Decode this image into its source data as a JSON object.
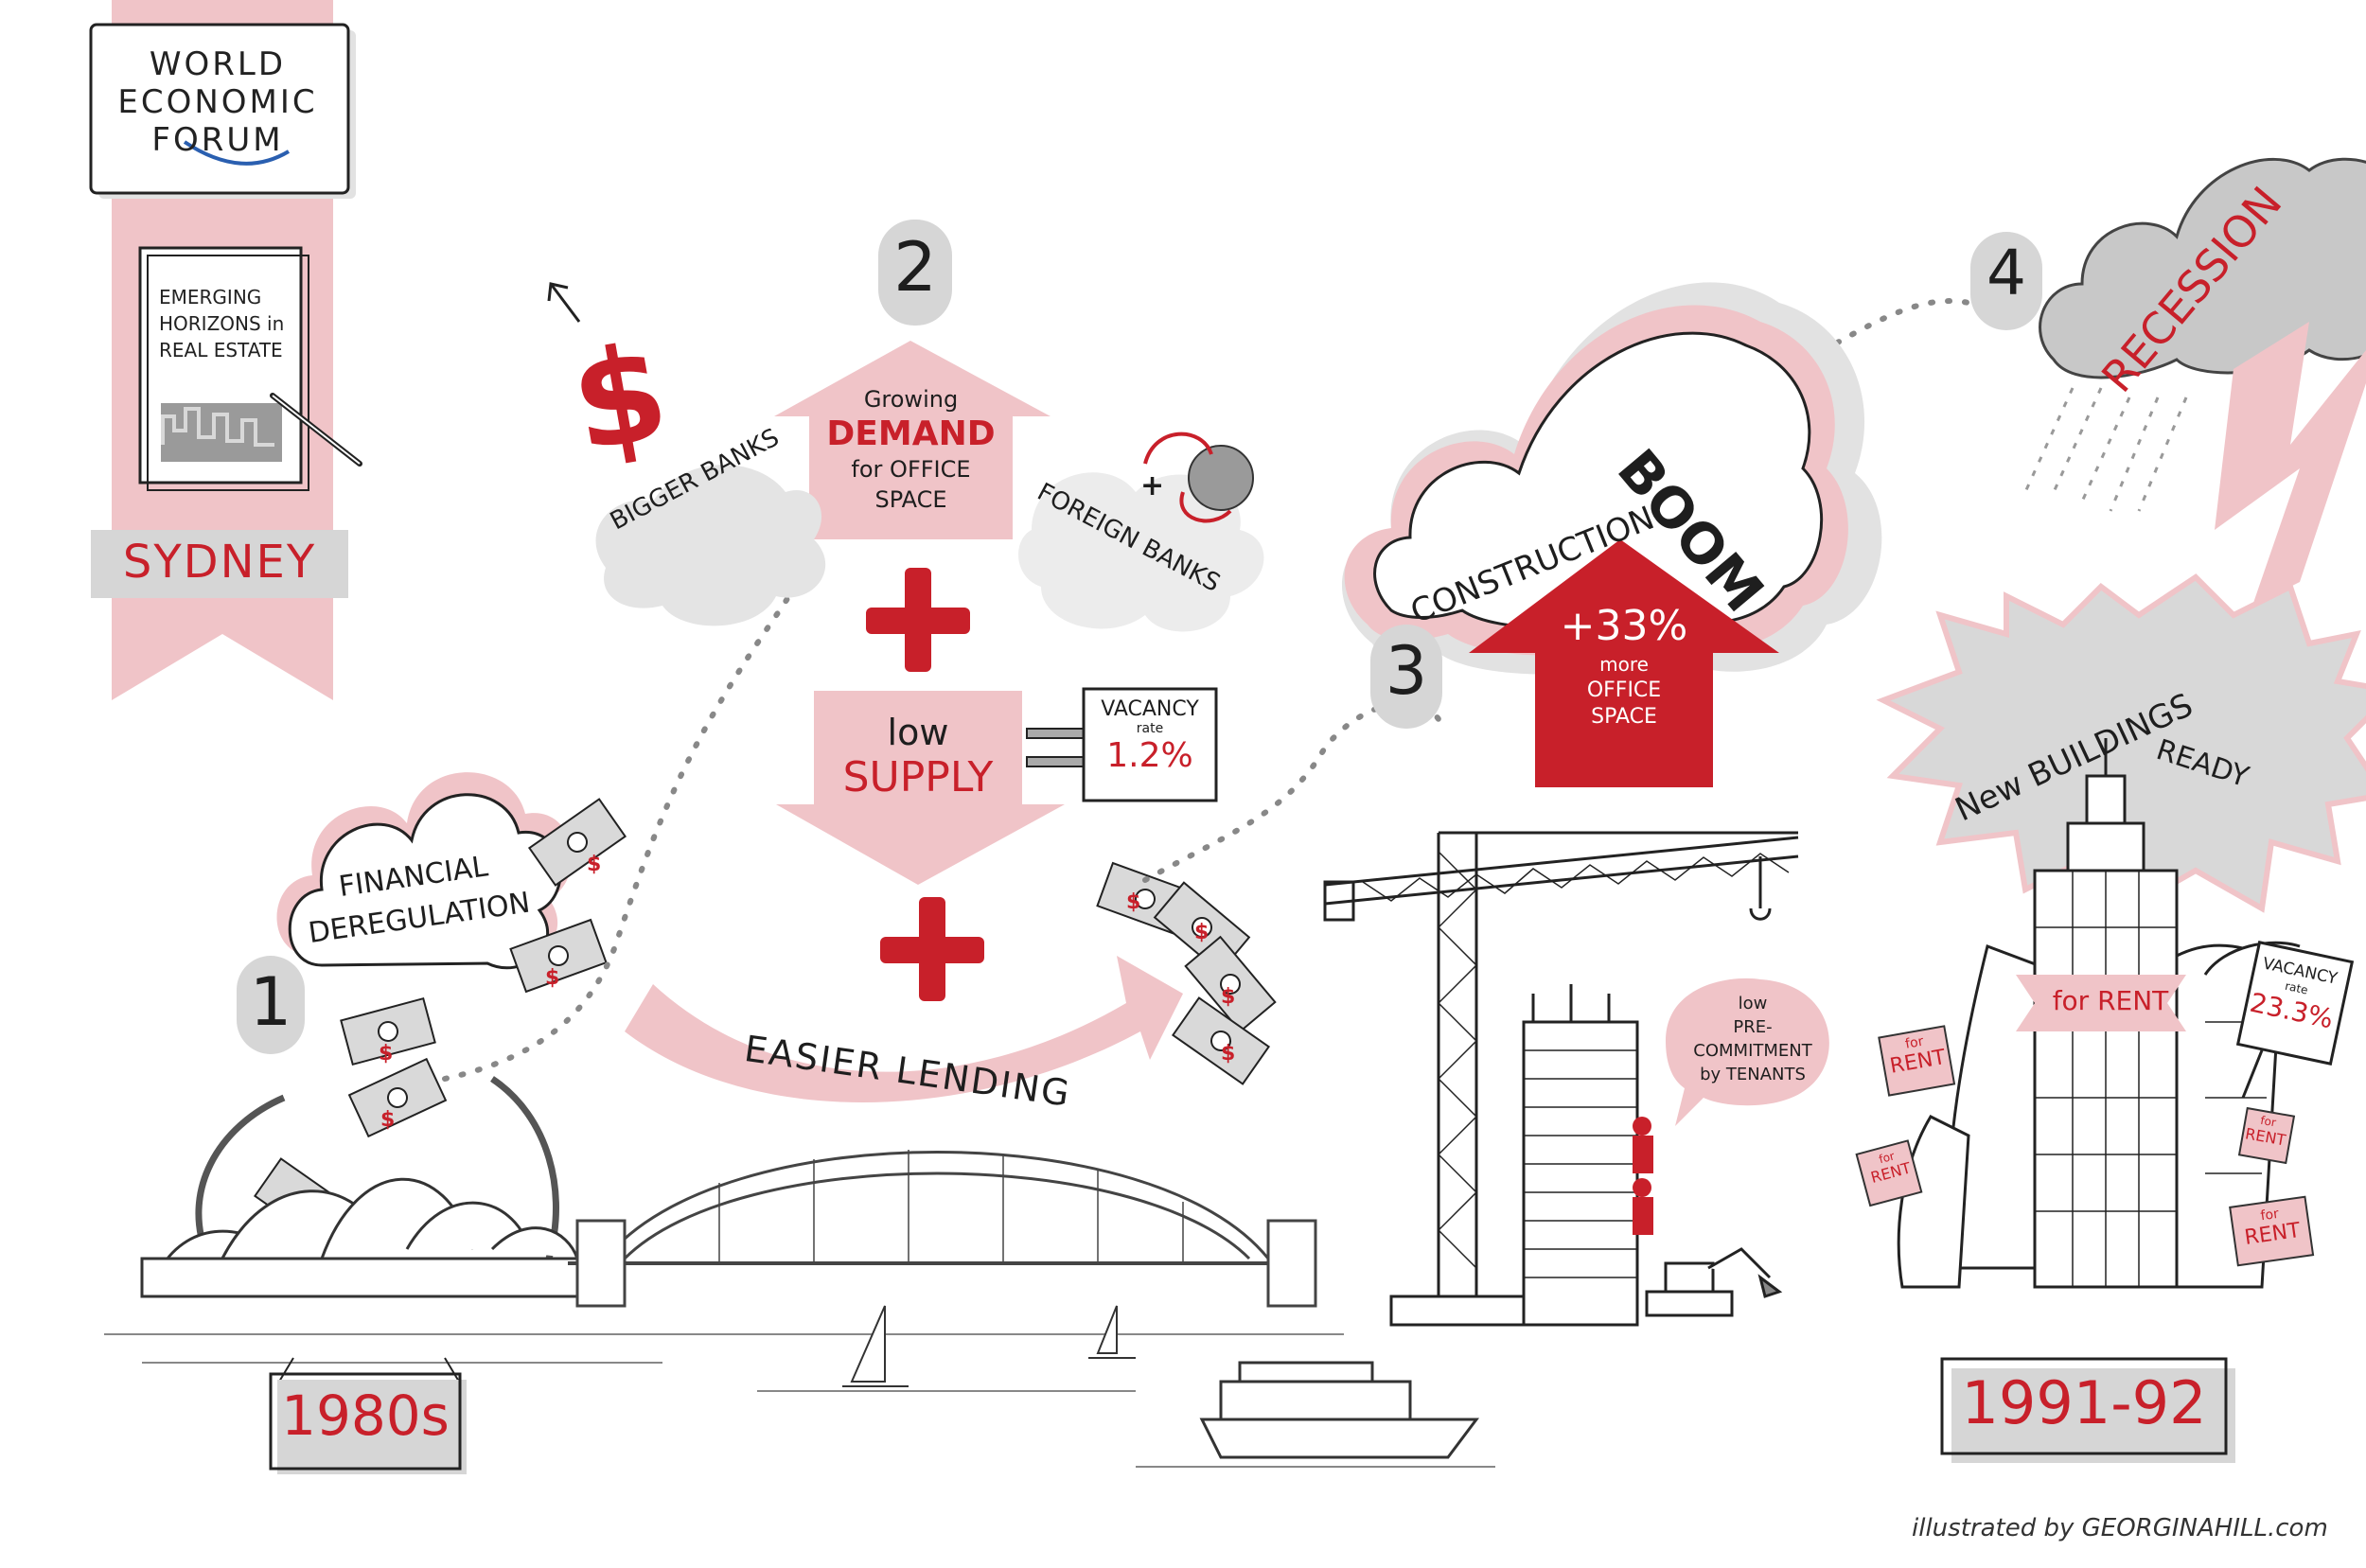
{
  "colors": {
    "pink": "#f0c4c8",
    "red": "#c8202a",
    "grey": "#d6d6d6",
    "ink": "#1e1e1e"
  },
  "brand": {
    "line1": "WORLD",
    "line2": "ECONOMIC",
    "line3": "FORUM"
  },
  "report": {
    "line1": "EMERGING",
    "line2": "HORIZONS in",
    "line3": "REAL ESTATE"
  },
  "city": "SYDNEY",
  "step1": {
    "number": "1",
    "cloud_line1": "FINANCIAL",
    "cloud_line2": "DEREGULATION",
    "era": "1980s"
  },
  "step2": {
    "number": "2",
    "demand_line1": "Growing",
    "demand_line2": "DEMAND",
    "demand_line3": "for OFFICE",
    "demand_line4": "SPACE",
    "bigger_banks": "BIGGER BANKS",
    "foreign_banks": "FOREIGN BANKS",
    "plus_small": "+",
    "plus1": "+",
    "supply_line1": "low",
    "supply_line2": "SUPPLY",
    "vacancy_label": "VACANCY",
    "vacancy_rate_label": "rate",
    "vacancy_value": "1.2%",
    "plus2": "+",
    "easier_lending": "EASIER LENDING"
  },
  "step3": {
    "number": "3",
    "construction": "CONSTRUCTION",
    "boom": "BOOM",
    "increase_value": "+33%",
    "increase_line1": "more",
    "increase_line2": "OFFICE",
    "increase_line3": "SPACE",
    "precommit_line1": "low",
    "precommit_line2": "PRE-COMMITMENT",
    "precommit_line3": "by TENANTS"
  },
  "step4": {
    "number": "4",
    "recession": "RECESSION",
    "new_buildings": "New BUILDINGS",
    "ready": "READY",
    "for_rent_main": "for RENT",
    "sign_for": "for",
    "sign_rent": "RENT",
    "vacancy_label": "VACANCY",
    "vacancy_rate_label": "rate",
    "vacancy_value": "23.3%",
    "era": "1991-92"
  },
  "credit": "illustrated by GEORGINAHILL.com"
}
